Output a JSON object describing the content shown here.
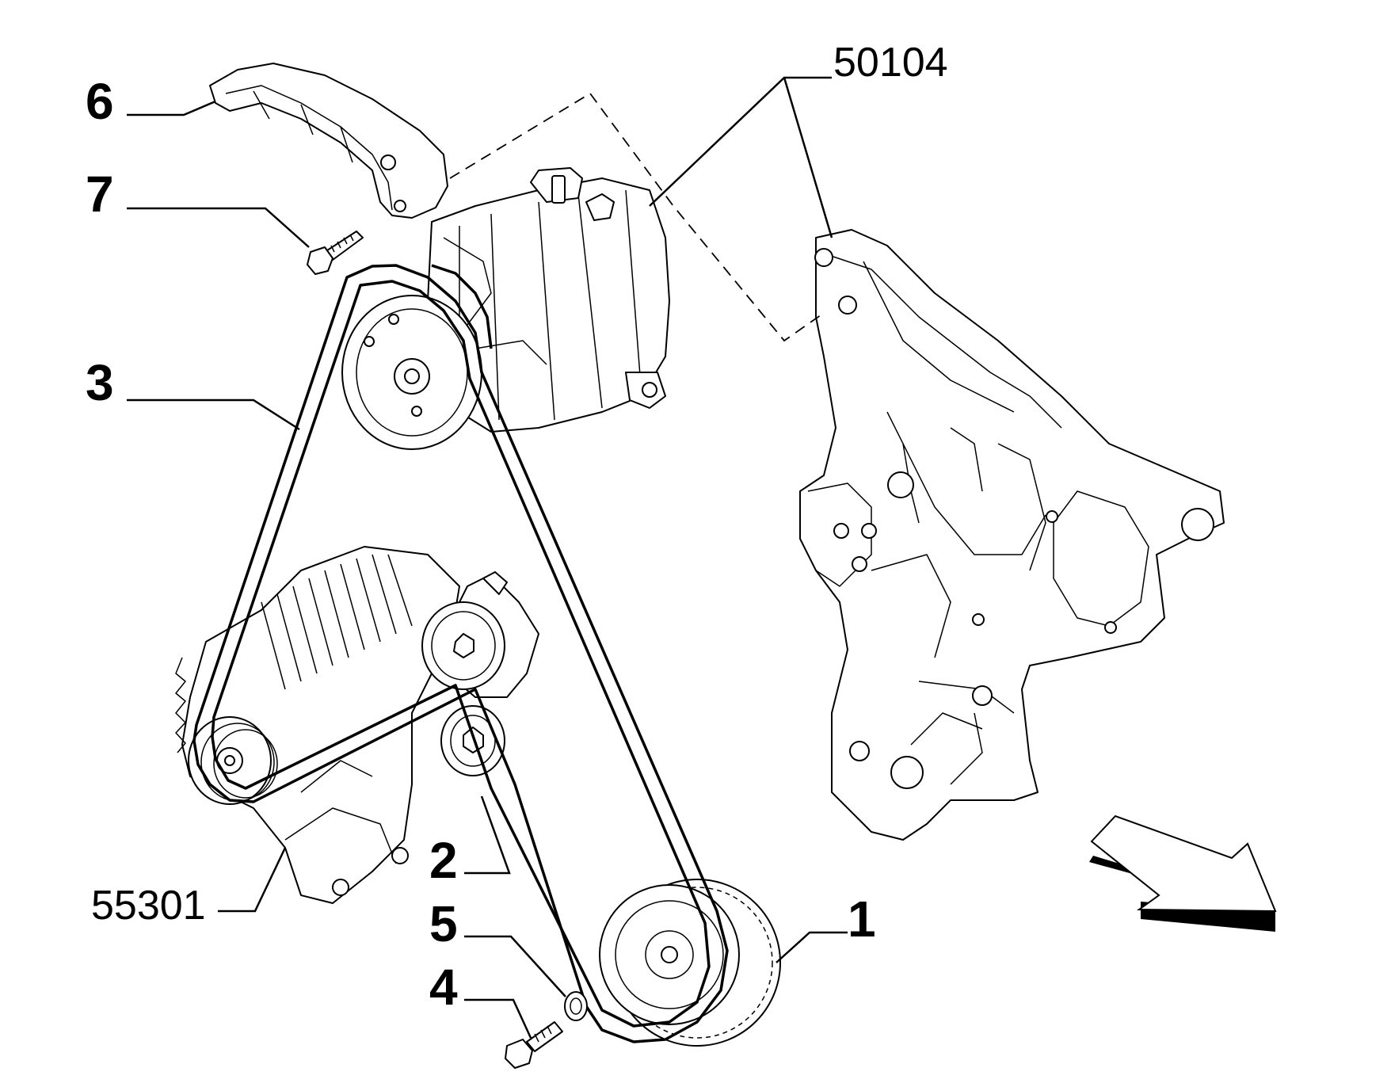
{
  "callouts": {
    "c1": "1",
    "c2": "2",
    "c3": "3",
    "c4": "4",
    "c5": "5",
    "c6": "6",
    "c7": "7",
    "ref_50104": "50104",
    "ref_55301": "55301"
  },
  "icons": {
    "direction_arrow": "front-direction-arrow-icon"
  },
  "colors": {
    "ink": "#000000",
    "paper": "#ffffff"
  }
}
